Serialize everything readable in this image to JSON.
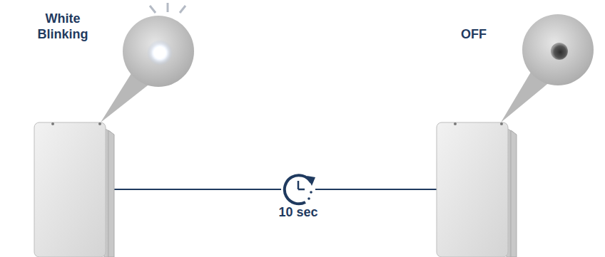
{
  "diagram": {
    "labels": [
      "White Blinking",
      "OFF",
      "10 sec"
    ]
  }
}
